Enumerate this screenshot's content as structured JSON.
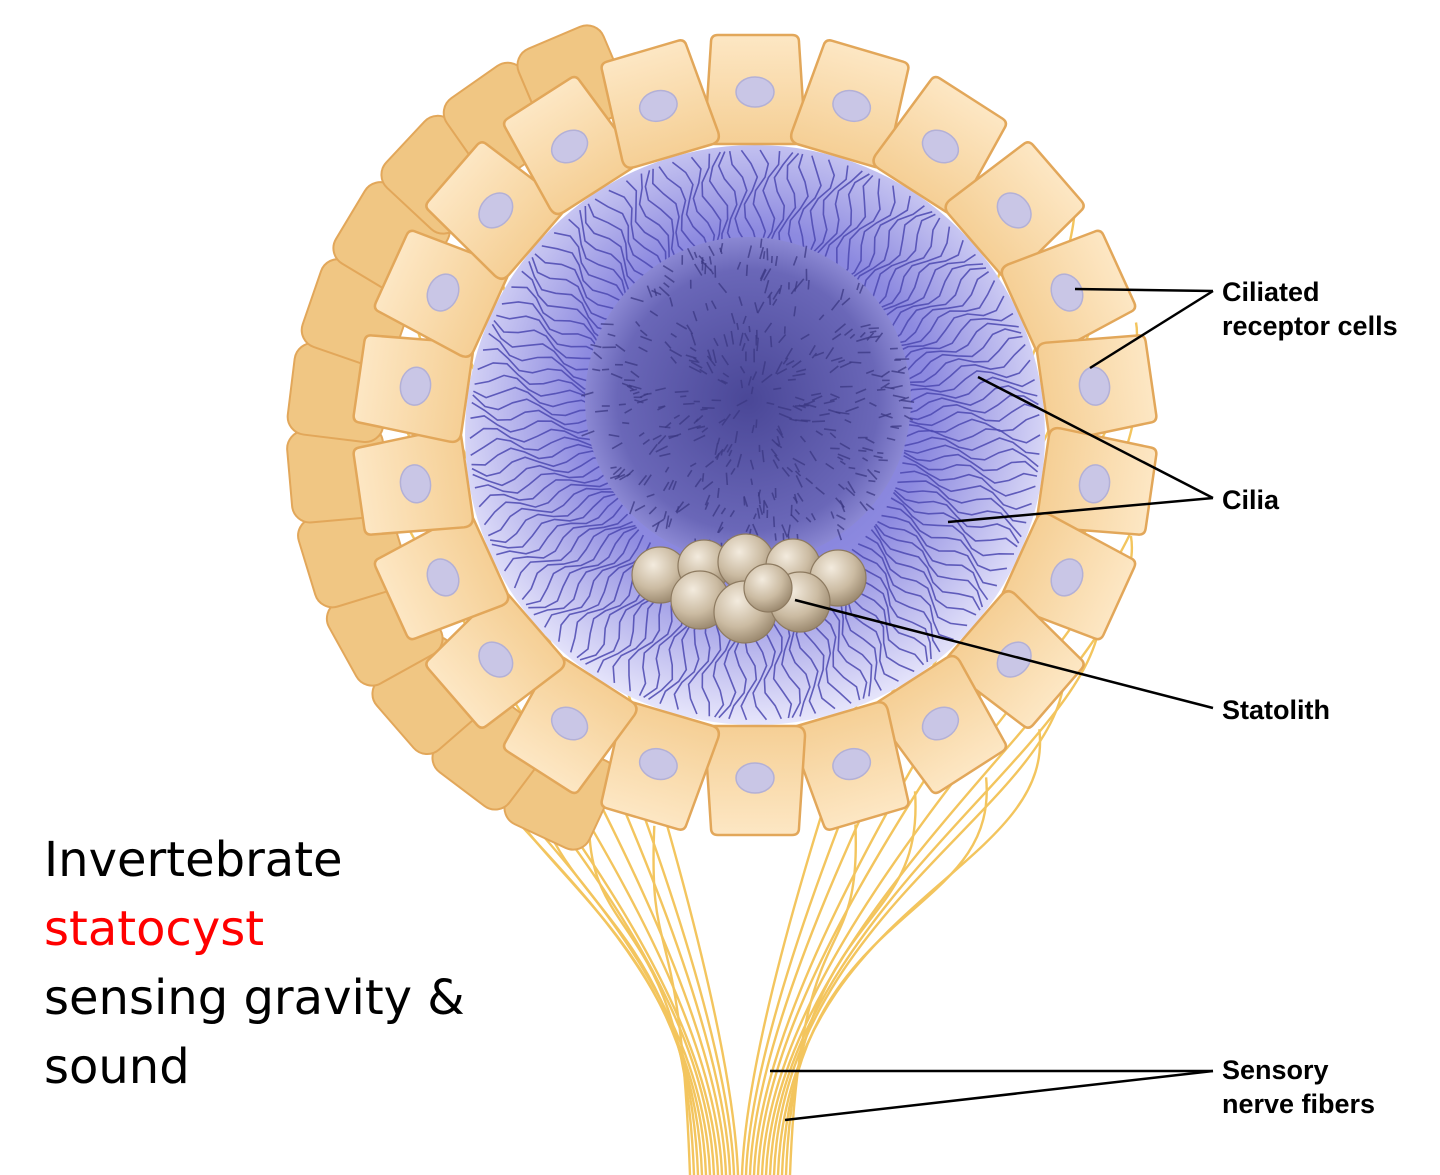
{
  "labels": {
    "ciliated_receptor_cells": [
      "Ciliated",
      "receptor cells"
    ],
    "cilia": "Cilia",
    "statolith": "Statolith",
    "sensory_nerve_fibers": [
      "Sensory",
      "nerve fibers"
    ]
  },
  "caption": {
    "line1": "Invertebrate",
    "line2": "statocyst",
    "line3": "sensing gravity &",
    "line4": "sound"
  },
  "colors": {
    "cell_fill": "#f8d7a4",
    "cell_edge": "#e2a75a",
    "nucleus": "#c9c6e6",
    "lumen_outer": "#a9a6f0",
    "lumen_inner": "#6663c9",
    "cilia": "#4b48b0",
    "core": "#5b58a8",
    "statolith": "#c9b8a0",
    "nerve": "#f3c55e",
    "highlight": "#ff0000"
  }
}
